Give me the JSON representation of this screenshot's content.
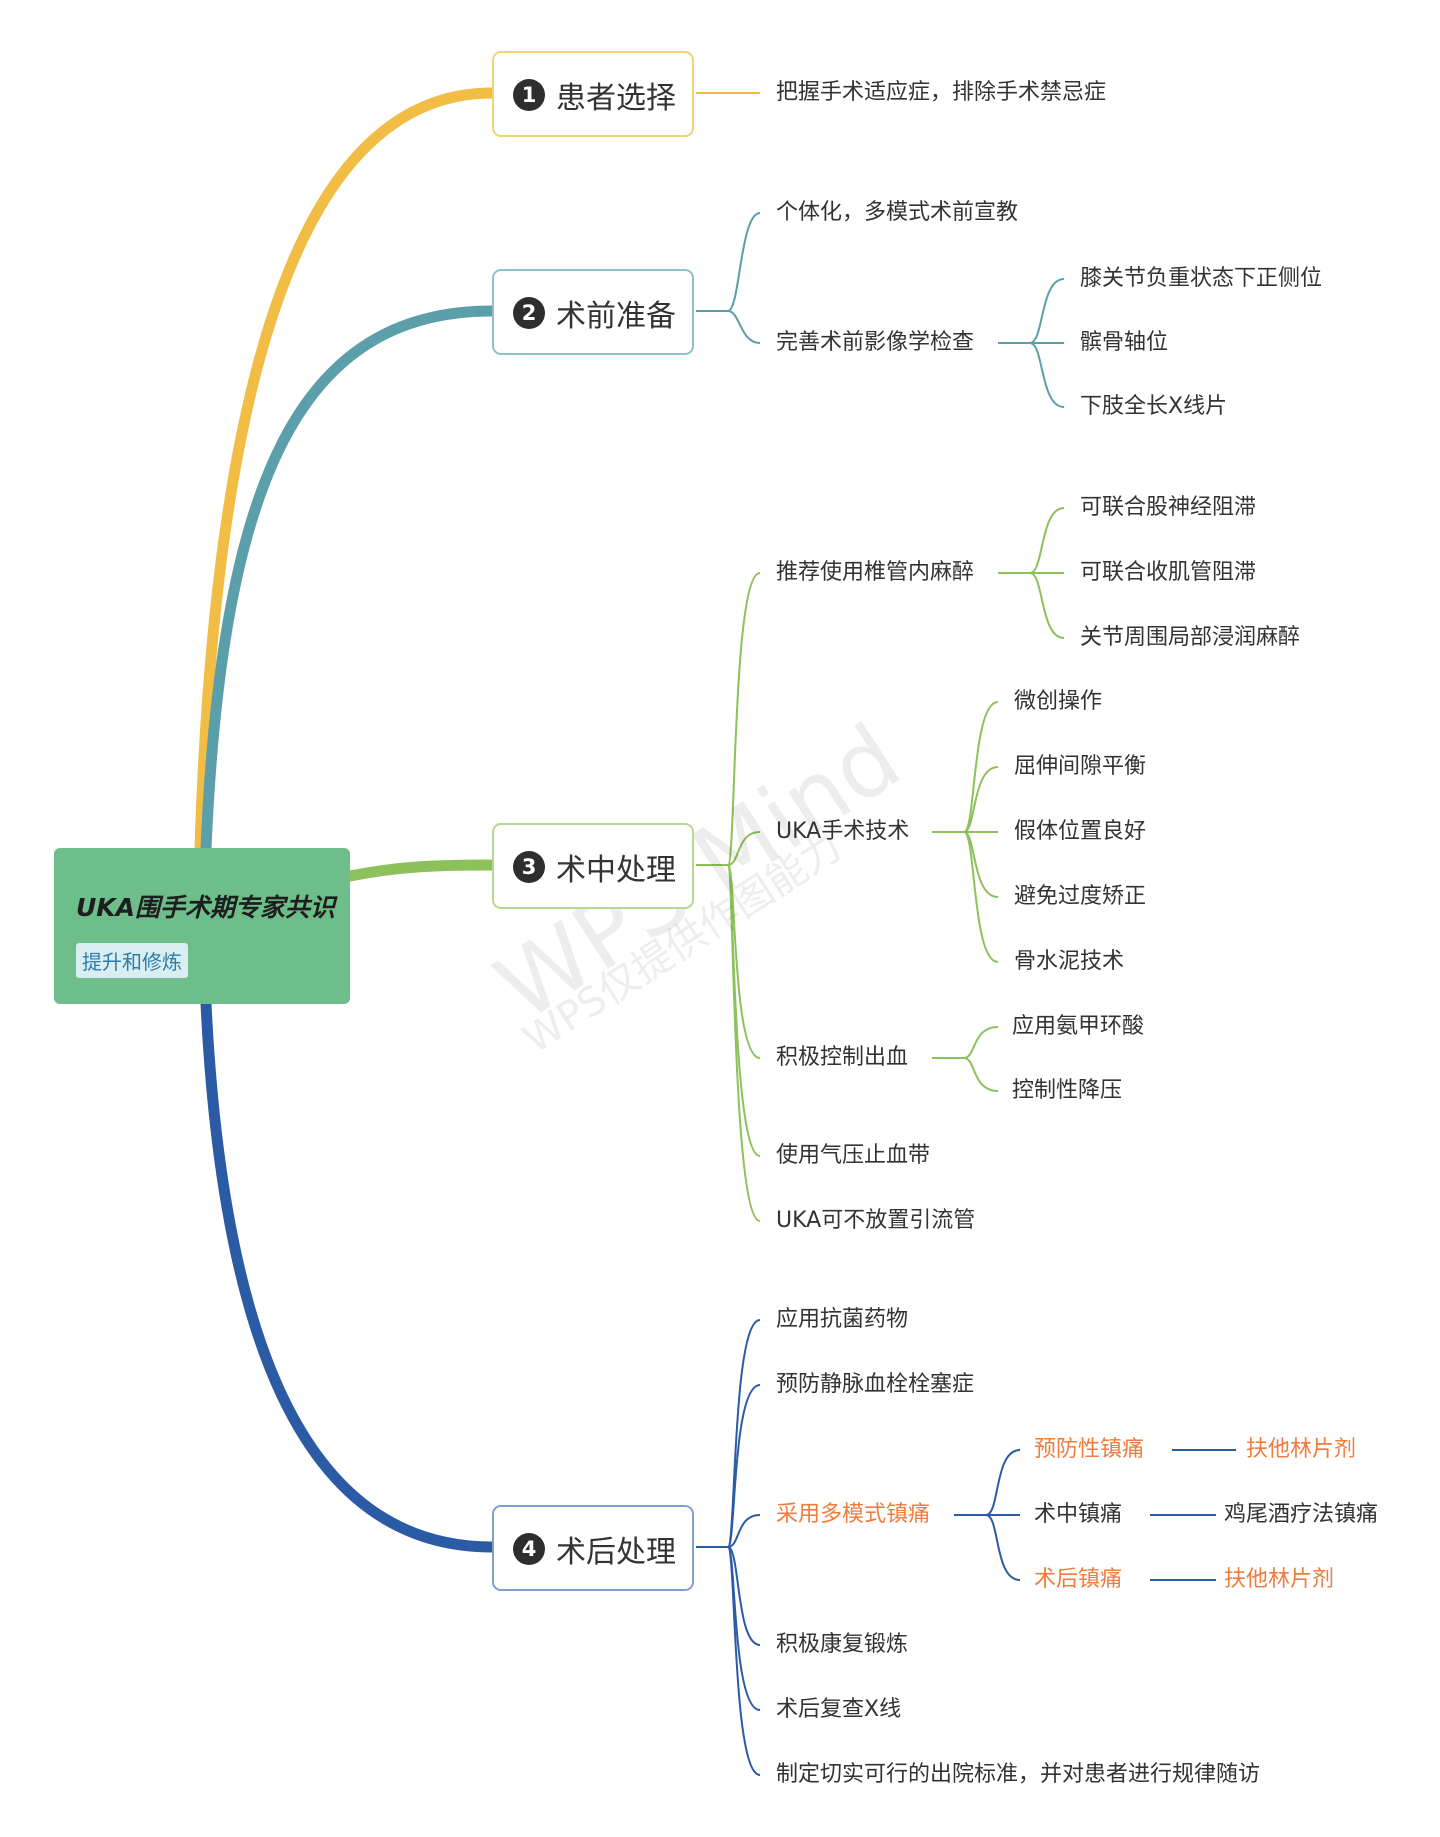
{
  "root": {
    "title": "UKA围手术期专家共识",
    "tag": "提升和修炼"
  },
  "watermark": {
    "big": "WPS Mind",
    "small": "WPS仅提供作图能力"
  },
  "branches": [
    {
      "number": "1",
      "label": "患者选择",
      "color": "#f2bd45",
      "items": [
        "把握手术适应症，排除手术禁忌症"
      ]
    },
    {
      "number": "2",
      "label": "术前准备",
      "color": "#5a9fa9",
      "items": [
        "个体化，多模式术前宣教",
        "完善术前影像学检查",
        "膝关节负重状态下正侧位",
        "髌骨轴位",
        "下肢全长X线片"
      ]
    },
    {
      "number": "3",
      "label": "术中处理",
      "color": "#8dc15b",
      "items": [
        "推荐使用椎管内麻醉",
        "可联合股神经阻滞",
        "可联合收肌管阻滞",
        "关节周围局部浸润麻醉",
        "UKA手术技术",
        "微创操作",
        "屈伸间隙平衡",
        "假体位置良好",
        "避免过度矫正",
        "骨水泥技术",
        "积极控制出血",
        "应用氨甲环酸",
        "控制性降压",
        "使用气压止血带",
        "UKA可不放置引流管"
      ]
    },
    {
      "number": "4",
      "label": "术后处理",
      "color": "#2c5ba5",
      "items": [
        "应用抗菌药物",
        "预防静脉血栓栓塞症",
        "采用多模式镇痛",
        "预防性镇痛",
        "扶他林片剂",
        "术中镇痛",
        "鸡尾酒疗法镇痛",
        "术后镇痛",
        "扶他林片剂",
        "积极康复锻炼",
        "术后复查X线",
        "制定切实可行的出院标准，并对患者进行规律随访"
      ]
    }
  ],
  "colors": {
    "highlight": "#f07c3e",
    "root_bg": "#6dbe8b",
    "text": "#333333"
  }
}
